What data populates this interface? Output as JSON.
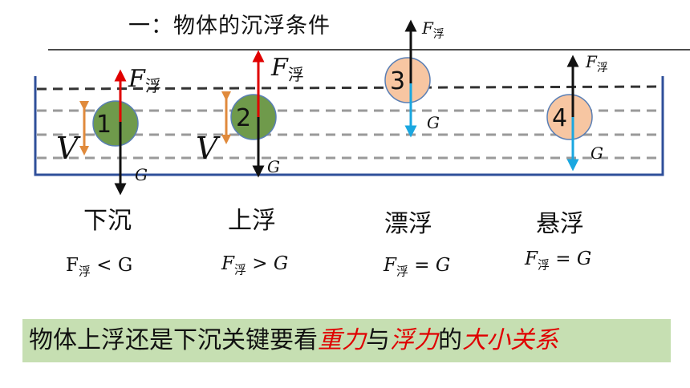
{
  "title": "一：物体的沉浮条件",
  "force_labels": {
    "buoyancy_symbol": "F",
    "buoyancy_sub": "浮",
    "gravity": "G",
    "volume": "V"
  },
  "balls": [
    {
      "number": "1",
      "fill": "#6f9a4b"
    },
    {
      "number": "2",
      "fill": "#6f9a4b"
    },
    {
      "number": "3",
      "fill": "#f7c6a2"
    },
    {
      "number": "4",
      "fill": "#f7c6a2"
    }
  ],
  "states": [
    "下沉",
    "上浮",
    "漂浮",
    "悬浮"
  ],
  "formulas": [
    {
      "F": "F",
      "sub": "浮",
      "op": "<",
      "G": "G"
    },
    {
      "F": "F",
      "sub": "浮",
      "op": ">",
      "G": "G"
    },
    {
      "F": "F",
      "sub": "浮",
      "op": "=",
      "G": "G"
    },
    {
      "F": "F",
      "sub": "浮",
      "op": "=",
      "G": "G"
    }
  ],
  "banner": {
    "part1": "物体上浮还是下沉关键要看",
    "part2": "重力",
    "part3": "与",
    "part4": "浮力",
    "part5": "的",
    "part6": "大小关系"
  },
  "colors": {
    "buoyancy_arrow": "#e00000",
    "gravity_arrow": "#111111",
    "floating_gravity_arrow": "#1aa7e0",
    "volume_arrow": "#e08a3c",
    "container": "#2f4f9a",
    "water_line": "#333333",
    "water_dash": "#9a9a9a",
    "banner_bg": "#c6dfb2",
    "emphasis": "#e00000"
  }
}
